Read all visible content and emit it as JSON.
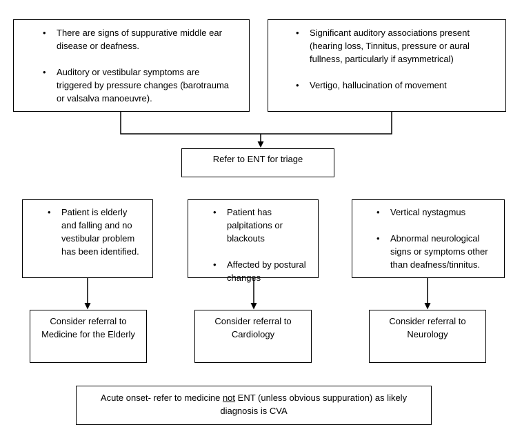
{
  "colors": {
    "background": "#ffffff",
    "text": "#000000",
    "box_border": "#000000",
    "connector_line": "#000000"
  },
  "icons": {
    "bullet": "•"
  },
  "ent_criteria_left_box": {
    "bullets": [
      "There are signs of suppurative middle ear disease or deafness.",
      "Auditory or vestibular symptoms are triggered by pressure changes (barotrauma or valsalva manoeuvre)."
    ]
  },
  "ent_criteria_right_box": {
    "bullets": [
      "Significant auditory associations present (hearing loss, Tinnitus, pressure or aural fullness, particularly if asymmetrical)",
      "Vertigo, hallucination of movement"
    ]
  },
  "triage_box": {
    "label": "Refer to ENT for triage"
  },
  "elderly_criteria_box": {
    "bullets": [
      "Patient is elderly and falling and no vestibular problem has been identified."
    ]
  },
  "cardiology_criteria_box": {
    "bullets": [
      "Patient has palpitations or blackouts",
      "Affected by postural changes"
    ]
  },
  "neurology_criteria_box": {
    "bullets": [
      "Vertical nystagmus",
      "Abnormal neurological signs or symptoms other than deafness/tinnitus."
    ]
  },
  "referrals": [
    {
      "line1": "Consider referral to",
      "line2": "Medicine for the Elderly"
    },
    {
      "line1": "Consider referral to",
      "line2": "Cardiology"
    },
    {
      "line1": "Consider referral to",
      "line2": "Neurology"
    }
  ],
  "acute_note": {
    "line1_pre": "Acute onset- refer to medicine ",
    "line1_underline": "not",
    "line1_post": " ENT (unless obvious suppuration) as likely",
    "line2": "diagnosis is CVA"
  }
}
